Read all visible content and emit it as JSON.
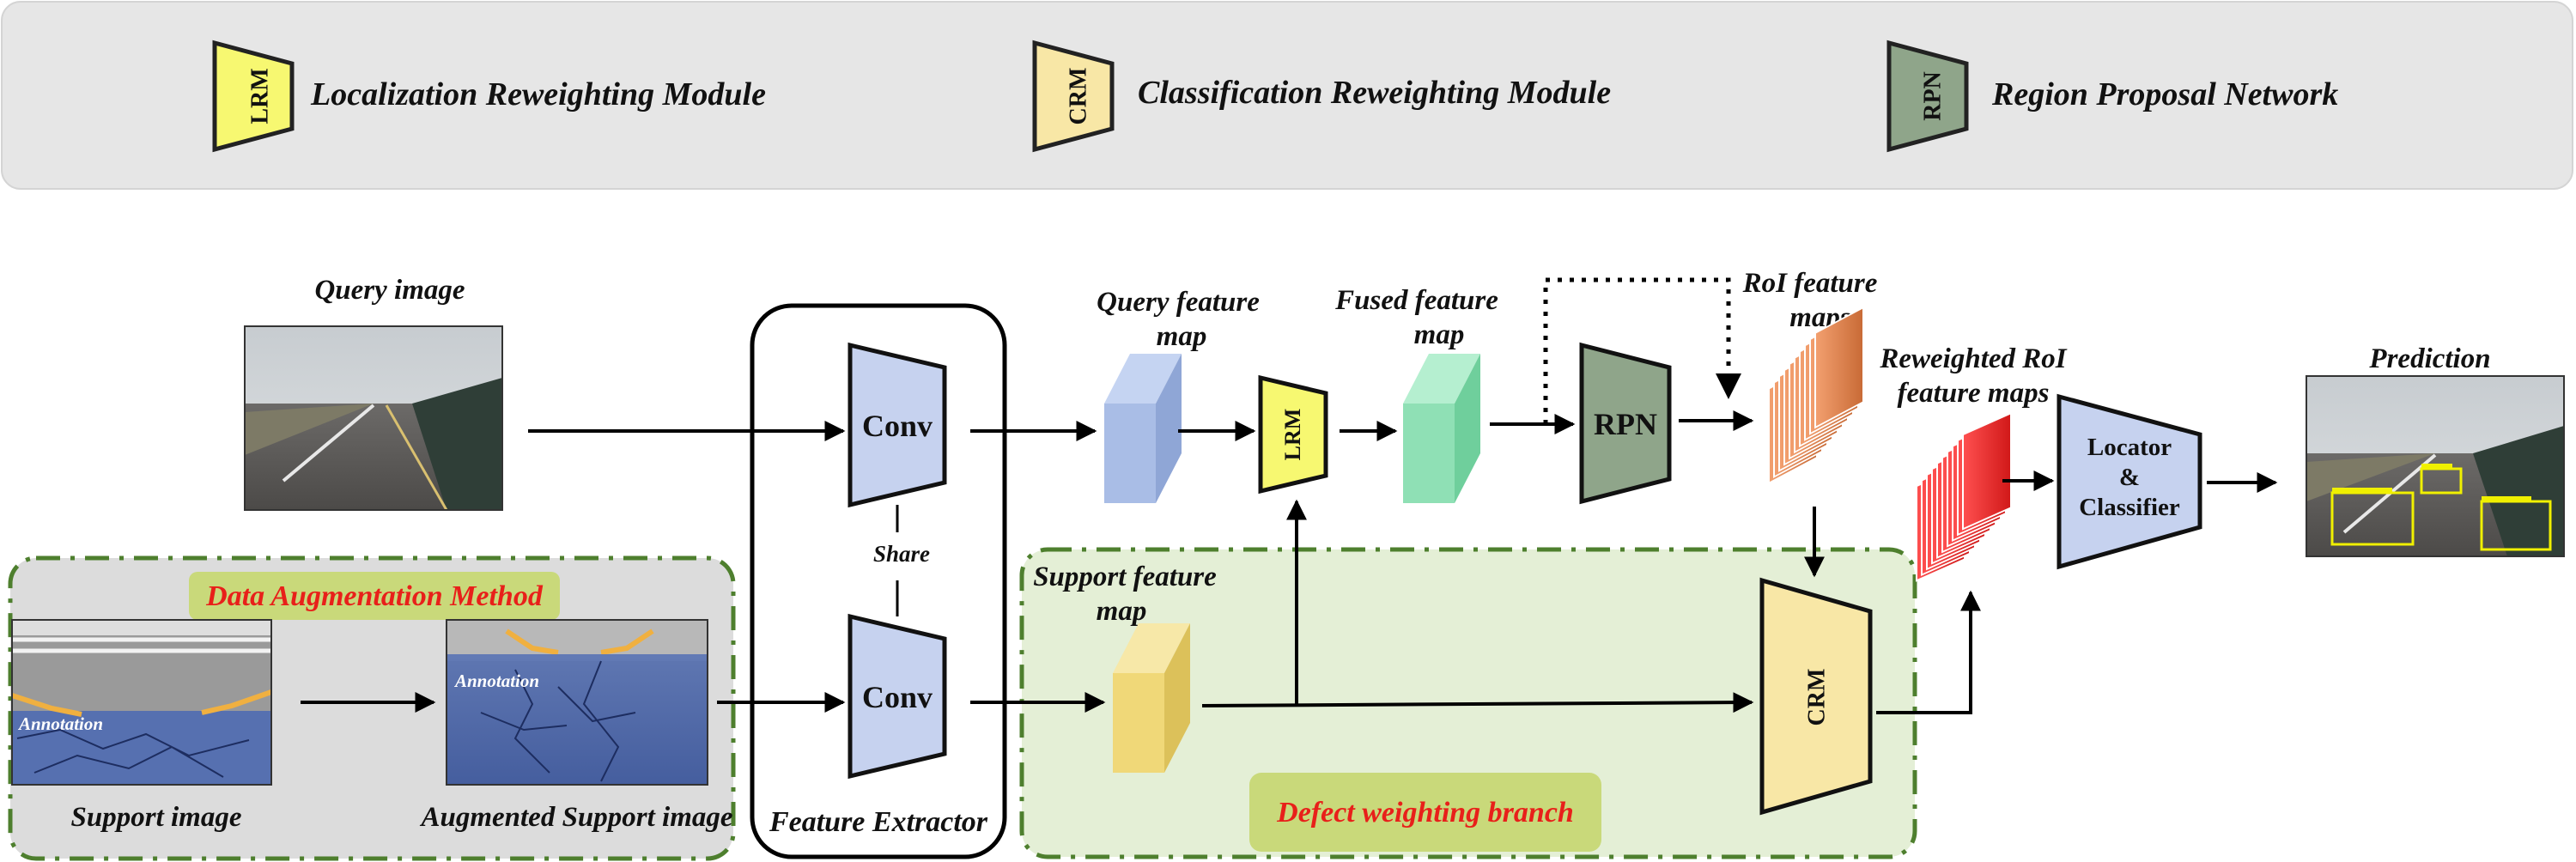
{
  "legend": [
    {
      "abbr": "LRM",
      "label": "Localization Reweighting Module",
      "color": "#f7f871"
    },
    {
      "abbr": "CRM",
      "label": "Classification Reweighting Module",
      "color": "#f8e7a6"
    },
    {
      "abbr": "RPN",
      "label": "Region Proposal Network",
      "color": "#8fa58a"
    }
  ],
  "labels": {
    "query_image": "Query image",
    "support_image": "Support image",
    "augmented_support_image": "Augmented Support image",
    "annotation": "Annotation",
    "data_augmentation_method": "Data Augmentation Method",
    "feature_extractor": "Feature Extractor",
    "share": "Share",
    "conv": "Conv",
    "query_feature_map_1": "Query feature",
    "query_feature_map_2": "map",
    "fused_feature_map_1": "Fused feature",
    "fused_feature_map_2": "map",
    "support_feature_map_1": "Support feature",
    "support_feature_map_2": "map",
    "roi_feature_maps_1": "RoI feature",
    "roi_feature_maps_2": "maps",
    "reweighted_roi_1": "Reweighted RoI",
    "reweighted_roi_2": "feature maps",
    "lrm": "LRM",
    "rpn": "RPN",
    "crm": "CRM",
    "locator_1": "Locator",
    "locator_2": "&",
    "locator_3": "Classifier",
    "prediction": "Prediction",
    "defect_weighting_branch": "Defect weighting branch"
  },
  "colors": {
    "legend_bg": "#e6e6e6",
    "aug_bg": "#dcdcdc",
    "branch_bg": "#e4efd6",
    "dash_green": "#4e7f2e",
    "conv_fill": "#c6d2ef",
    "query_cube": "#a9bde6",
    "fused_cube": "#8fe0b5",
    "support_cube": "#f0d878",
    "roi_orange": "#e5874e",
    "reweighted_red": "#ee3030",
    "locator_fill": "#c6d2ef",
    "label_pill": "#c9d97a"
  }
}
